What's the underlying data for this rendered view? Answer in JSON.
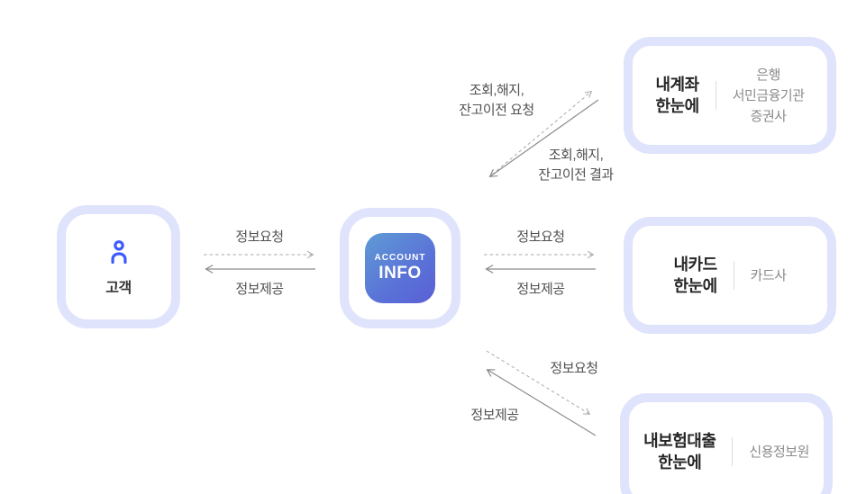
{
  "diagram": {
    "customer": {
      "label": "고객"
    },
    "app": {
      "name_line1": "ACCOUNT",
      "name_line2": "INFO"
    },
    "services": [
      {
        "title_line1": "내계좌",
        "title_line2": "한눈에",
        "institutions": [
          "은행",
          "서민금융기관",
          "증권사"
        ]
      },
      {
        "title_line1": "내카드",
        "title_line2": "한눈에",
        "institutions": [
          "카드사"
        ]
      },
      {
        "title_line1": "내보험대출",
        "title_line2": "한눈에",
        "institutions": [
          "신용정보원"
        ]
      }
    ],
    "flows": {
      "customer_app": {
        "request": "정보요청",
        "provide": "정보제공"
      },
      "app_account": {
        "request_line1": "조회,해지,",
        "request_line2": "잔고이전 요청",
        "result_line1": "조회,해지,",
        "result_line2": "잔고이전 결과"
      },
      "app_card": {
        "request": "정보요청",
        "provide": "정보제공"
      },
      "app_insurance": {
        "request": "정보요청",
        "provide": "정보제공"
      }
    },
    "colors": {
      "box_ring": "#dfe3fc",
      "person_icon_blue": "#3d5afe",
      "app_gradient_top": "#5f9bd6",
      "app_gradient_bottom": "#5a5fd6",
      "arrow_solid": "#8c8c8c",
      "arrow_dashed": "#aaaaaa",
      "title_text": "#262626",
      "institution_text": "#8b8b8b",
      "flow_label_text": "#515151"
    }
  }
}
